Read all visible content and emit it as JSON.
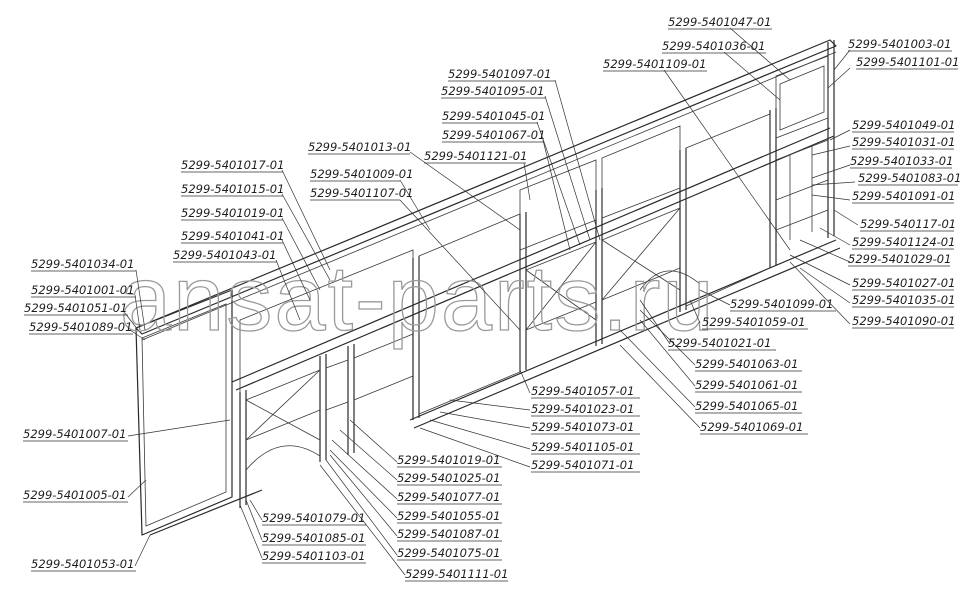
{
  "watermark": "ansat-parts.ru",
  "labels": [
    {
      "text": "5299-5401047-01"
    },
    {
      "text": "5299-5401036-01"
    },
    {
      "text": "5299-5401109-01"
    },
    {
      "text": "5299-5401003-01"
    },
    {
      "text": "5299-5401101-01"
    },
    {
      "text": "5299-5401097-01"
    },
    {
      "text": "5299-5401095-01"
    },
    {
      "text": "5299-5401045-01"
    },
    {
      "text": "5299-5401067-01"
    },
    {
      "text": "5299-5401121-01"
    },
    {
      "text": "5299-5401013-01"
    },
    {
      "text": "5299-5401009-01"
    },
    {
      "text": "5299-5401107-01"
    },
    {
      "text": "5299-5401017-01"
    },
    {
      "text": "5299-5401015-01"
    },
    {
      "text": "5299-5401019-01"
    },
    {
      "text": "5299-5401041-01"
    },
    {
      "text": "5299-5401043-01"
    },
    {
      "text": "5299-5401034-01"
    },
    {
      "text": "5299-5401001-01"
    },
    {
      "text": "5299-5401051-01"
    },
    {
      "text": "5299-5401089-01"
    },
    {
      "text": "5299-5401049-01"
    },
    {
      "text": "5299-5401031-01"
    },
    {
      "text": "5299-5401033-01"
    },
    {
      "text": "5299-5401083-01"
    },
    {
      "text": "5299-5401091-01"
    },
    {
      "text": "5299-540117-01"
    },
    {
      "text": "5299-5401124-01"
    },
    {
      "text": "5299-5401029-01"
    },
    {
      "text": "5299-5401027-01"
    },
    {
      "text": "5299-5401035-01"
    },
    {
      "text": "5299-5401090-01"
    },
    {
      "text": "5299-5401099-01"
    },
    {
      "text": "5299-5401059-01"
    },
    {
      "text": "5299-5401021-01"
    },
    {
      "text": "5299-5401063-01"
    },
    {
      "text": "5299-5401061-01"
    },
    {
      "text": "5299-5401065-01"
    },
    {
      "text": "5299-5401069-01"
    },
    {
      "text": "5299-5401057-01"
    },
    {
      "text": "5299-5401023-01"
    },
    {
      "text": "5299-5401073-01"
    },
    {
      "text": "5299-5401105-01"
    },
    {
      "text": "5299-5401071-01"
    },
    {
      "text": "5299-5401019-01"
    },
    {
      "text": "5299-5401025-01"
    },
    {
      "text": "5299-5401077-01"
    },
    {
      "text": "5299-5401055-01"
    },
    {
      "text": "5299-5401087-01"
    },
    {
      "text": "5299-5401075-01"
    },
    {
      "text": "5299-5401111-01"
    },
    {
      "text": "5299-5401079-01"
    },
    {
      "text": "5299-5401085-01"
    },
    {
      "text": "5299-5401103-01"
    },
    {
      "text": "5299-5401007-01"
    },
    {
      "text": "5299-5401005-01"
    },
    {
      "text": "5299-5401053-01"
    }
  ]
}
